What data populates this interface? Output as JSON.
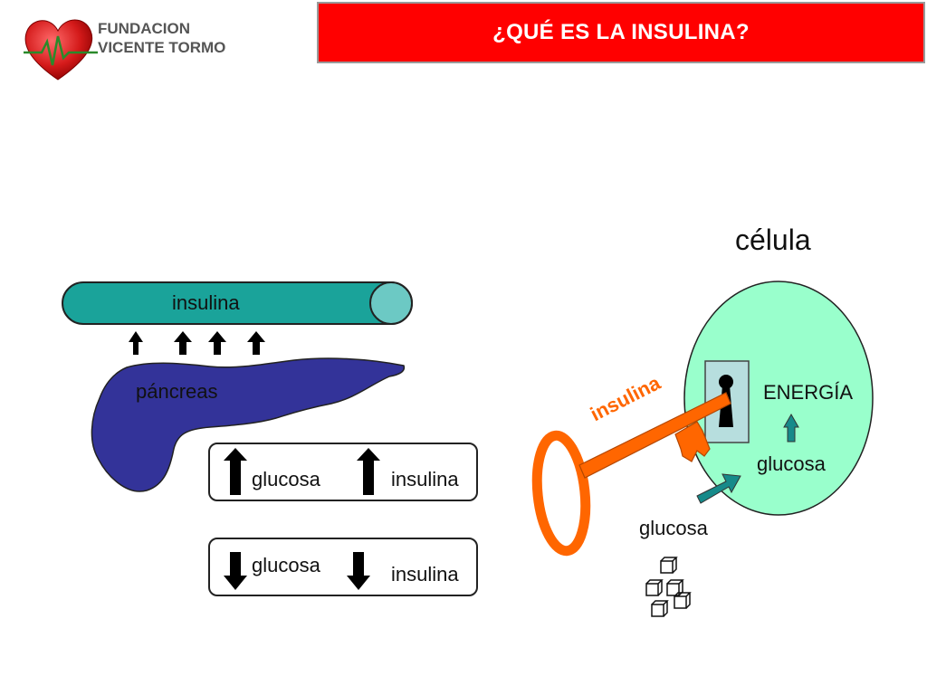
{
  "logo": {
    "line1": "FUNDACION",
    "line2": "VICENTE TORMO"
  },
  "title": "¿QUÉ ES LA INSULINA?",
  "labels": {
    "tube": "insulina",
    "pancreas": "páncreas",
    "cell": "célula",
    "energy": "ENERGÍA",
    "glucose_inside": "glucosa",
    "glucose_outside": "glucosa",
    "key": "insulina"
  },
  "box_up": {
    "left": "glucosa",
    "right": "insulina"
  },
  "box_down": {
    "left": "glucosa",
    "right": "insulina"
  },
  "colors": {
    "title_bg": "#ff0000",
    "tube": "#1aa39a",
    "tube_end": "#6cc9c4",
    "pancreas": "#333399",
    "cell": "#99ffcc",
    "key": "#ff6600",
    "arrow_teal": "#168a8a"
  }
}
